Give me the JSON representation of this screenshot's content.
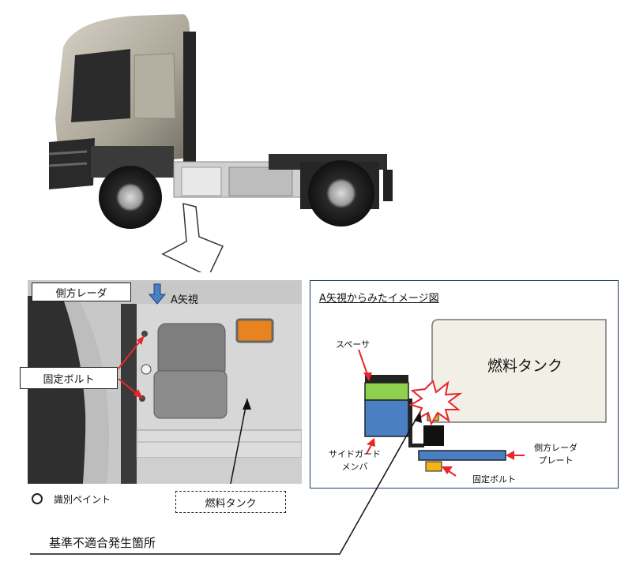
{
  "photo": {
    "side_radar_label": "側方レーダ",
    "view_label": "A矢視",
    "fixing_bolt_label": "固定ボルト",
    "fuel_tank_label": "燃料タンク",
    "id_paint_label": "識別ペイント"
  },
  "diagram": {
    "title": "A矢視からみたイメージ図",
    "fuel_tank": "燃料タンク",
    "spacer": "スペーサ",
    "side_guard_line1": "サイドガード",
    "side_guard_line2": "メンバ",
    "side_radar_plate_line1": "側方レーダ",
    "side_radar_plate_line2": "プレート",
    "fixing_bolt": "固定ボルト"
  },
  "footer": {
    "nonconformity_location": "基準不適合発生箇所"
  },
  "colors": {
    "arrow_red": "#e8262a",
    "spacer_green": "#8fd14f",
    "member_blue": "#4a7fc4",
    "bolt_yellow": "#f6b21a",
    "tank_fill": "#f1efe6",
    "cab_silver": "#b8b2a4",
    "photo_panel": "#cfcfcf"
  }
}
